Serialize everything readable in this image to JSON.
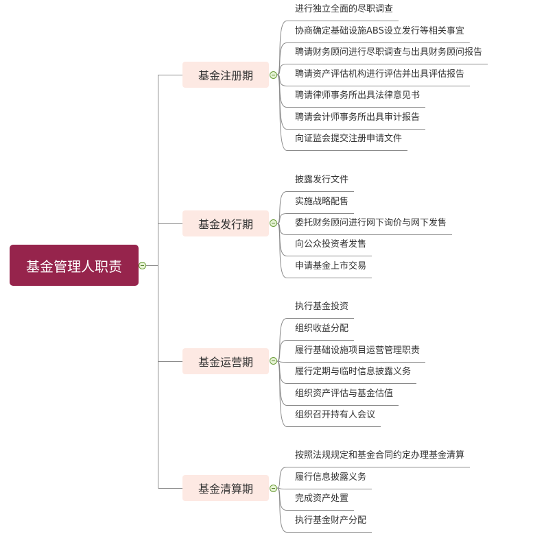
{
  "root": {
    "label": "基金管理人职责"
  },
  "branches": [
    {
      "label": "基金注册期",
      "items": [
        "进行独立全面的尽职调查",
        "协商确定基础设施ABS设立发行等相关事宜",
        "聘请财务顾问进行尽职调查与出具财务顾问报告",
        "聘请资产评估机构进行评估并出具评估报告",
        "聘请律师事务所出具法律意见书",
        "聘请会计师事务所出具审计报告",
        "向证监会提交注册申请文件"
      ]
    },
    {
      "label": "基金发行期",
      "items": [
        "披露发行文件",
        "实施战略配售",
        "委托财务顾问进行网下询价与网下发售",
        "向公众投资者发售",
        "申请基金上市交易"
      ]
    },
    {
      "label": "基金运营期",
      "items": [
        "执行基金投资",
        "组织收益分配",
        "履行基础设施项目运营管理职责",
        "履行定期与临时信息披露义务",
        "组织资产评估与基金估值",
        "组织召开持有人会议"
      ]
    },
    {
      "label": "基金清算期",
      "items": [
        "按照法规规定和基金合同约定办理基金清算",
        "履行信息披露义务",
        "完成资产处置",
        "执行基金财产分配"
      ]
    }
  ],
  "colors": {
    "root_fill": "#96244c",
    "branch_fill": "#fde9e3",
    "connector": "#8a8a8a",
    "toggle_fill": "#e5f3d4"
  }
}
